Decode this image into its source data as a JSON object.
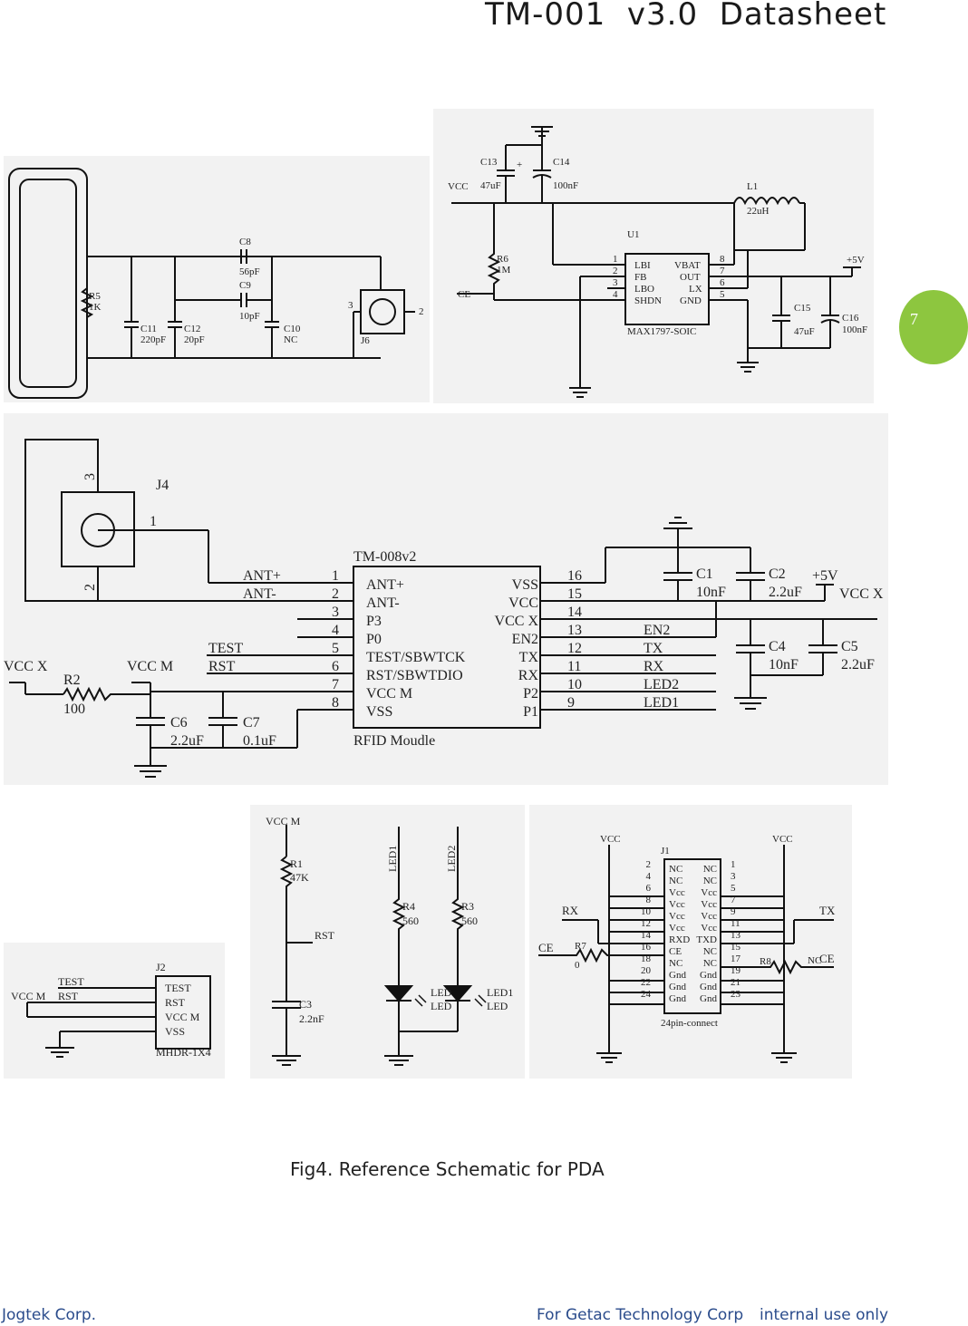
{
  "header": {
    "title": "TM-001  v3.0  Datasheet"
  },
  "page_number": "7",
  "caption": "Fig4. Reference Schematic for PDA",
  "footer": {
    "company": "Jogtek Corp.",
    "for_text": "For Getac Technology Corp",
    "internal": "internal use only"
  },
  "antenna": {
    "r5": "R5",
    "r5_val": "1K",
    "c11": "C11",
    "c11_val": "220pF",
    "c12": "C12",
    "c12_val": "20pF",
    "c8": "C8",
    "c8_val": "56pF",
    "c9": "C9",
    "c9_val": "10pF",
    "c10": "C10",
    "c10_val": "NC",
    "j6": "J6",
    "pin3": "3",
    "pin2": "2"
  },
  "power": {
    "vcc": "VCC",
    "c13": "C13",
    "c13_val": "47uF",
    "c14": "C14",
    "c14_val": "100nF",
    "plus": "+",
    "l1": "L1",
    "l1_val": "22uH",
    "r6": "R6",
    "r6_val": "1M",
    "ce": "CE",
    "u1": "U1",
    "u1_part": "MAX1797-SOIC",
    "left_pins": [
      "LBI",
      "FB",
      "LBO",
      "SHDN"
    ],
    "left_nums": [
      "1",
      "2",
      "3",
      "4"
    ],
    "right_pins": [
      "VBAT",
      "OUT",
      "LX",
      "GND"
    ],
    "right_nums": [
      "8",
      "7",
      "6",
      "5"
    ],
    "plus5v": "+5V",
    "c15": "C15",
    "c15_val": "47uF",
    "c16": "C16",
    "c16_val": "100nF"
  },
  "module": {
    "j4": "J4",
    "j4_pin1": "1",
    "j4_pin2": "2",
    "j4_pin3": "3",
    "title": "TM-008v2",
    "subtitle": "RFID Moudle",
    "left_pins": [
      "ANT+",
      "ANT-",
      "P3",
      "P0",
      "TEST/SBWTCK",
      "RST/SBWTDIO",
      "VCC M",
      "VSS"
    ],
    "left_nums": [
      "1",
      "2",
      "3",
      "4",
      "5",
      "6",
      "7",
      "8"
    ],
    "right_pins": [
      "VSS",
      "VCC",
      "VCC X",
      "EN2",
      "TX",
      "RX",
      "P2",
      "P1"
    ],
    "right_nums": [
      "16",
      "15",
      "14",
      "13",
      "12",
      "11",
      "10",
      "9"
    ],
    "net_ant_plus": "ANT+",
    "net_ant_minus": "ANT-",
    "net_test": "TEST",
    "net_rst": "RST",
    "vccx_left": "VCC X",
    "vccm": "VCC M",
    "r2": "R2",
    "r2_val": "100",
    "c6": "C6",
    "c6_val": "2.2uF",
    "c7": "C7",
    "c7_val": "0.1uF",
    "c1": "C1",
    "c1_val": "10nF",
    "c2": "C2",
    "c2_val": "2.2uF",
    "plus5v": "+5V",
    "vccx_right": "VCC X",
    "c4": "C4",
    "c4_val": "10nF",
    "c5": "C5",
    "c5_val": "2.2uF",
    "nets_right": [
      "EN2",
      "TX",
      "RX",
      "LED2",
      "LED1"
    ]
  },
  "header_j2": {
    "test": "TEST",
    "rst": "RST",
    "vccm": "VCC M",
    "j2": "J2",
    "pins": [
      "TEST",
      "RST",
      "VCC M",
      "VSS"
    ],
    "part": "MHDR-1X4"
  },
  "reset_led": {
    "vccm": "VCC M",
    "r1": "R1",
    "r1_val": "47K",
    "rst": "RST",
    "c3": "C3",
    "c3_val": "2.2nF",
    "led1_net": "LED1",
    "led2_net": "LED2",
    "r4": "R4",
    "r4_val": "560",
    "r3": "R3",
    "r3_val": "560",
    "led_a": "LED",
    "led_a2": "LED",
    "led_b": "LED1",
    "led_b2": "LED"
  },
  "connector": {
    "vcc_l": "VCC",
    "vcc_r": "VCC",
    "j1": "J1",
    "left_nums": [
      "2",
      "4",
      "6",
      "8",
      "10",
      "12",
      "14",
      "16",
      "18",
      "20",
      "22",
      "24"
    ],
    "right_nums": [
      "1",
      "3",
      "5",
      "7",
      "9",
      "11",
      "13",
      "15",
      "17",
      "19",
      "21",
      "23"
    ],
    "left_names": [
      "NC",
      "NC",
      "Vcc",
      "Vcc",
      "Vcc",
      "Vcc",
      "RXD",
      "CE",
      "NC",
      "Gnd",
      "Gnd",
      "Gnd"
    ],
    "right_names": [
      "NC",
      "NC",
      "Vcc",
      "Vcc",
      "Vcc",
      "Vcc",
      "TXD",
      "NC",
      "NC",
      "Gnd",
      "Gnd",
      "Gnd"
    ],
    "part": "24pin-connect",
    "rx": "RX",
    "tx": "TX",
    "ce": "CE",
    "r7": "R7",
    "r7_val": "0",
    "r8": "R8",
    "nc": "NC",
    "ce2": "CE"
  }
}
